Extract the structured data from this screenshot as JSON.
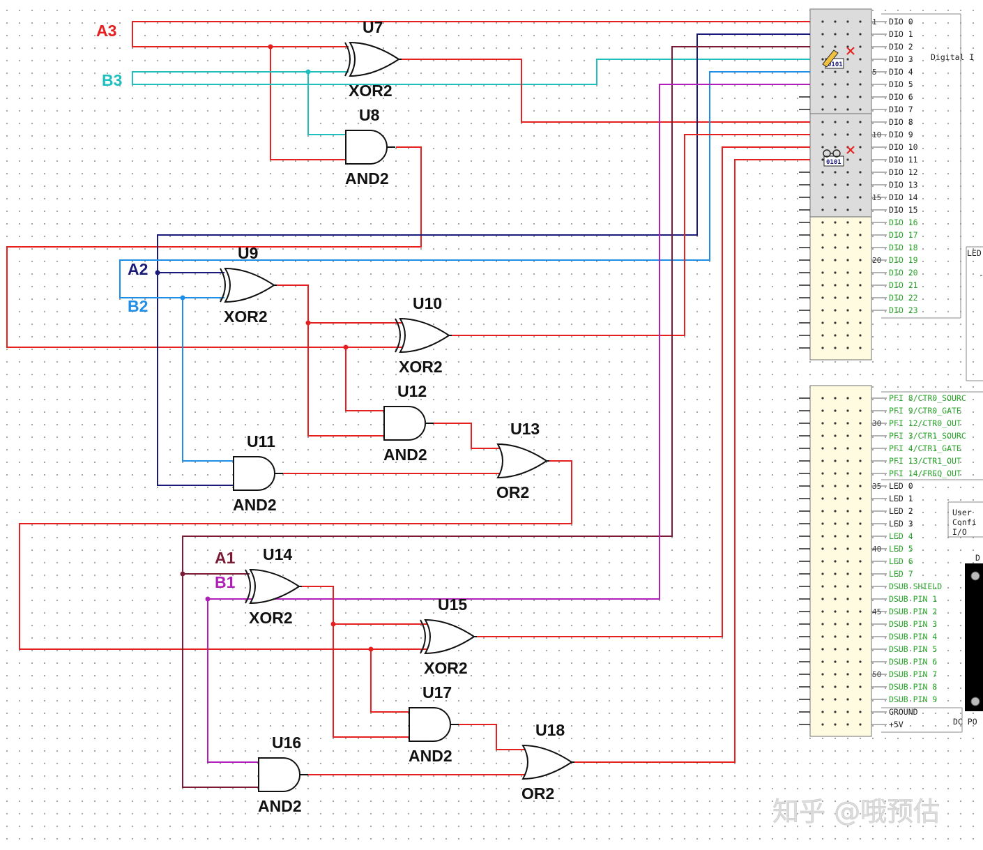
{
  "inputs": [
    {
      "id": "a3",
      "label": "A3",
      "color": "#e5201f"
    },
    {
      "id": "b3",
      "label": "B3",
      "color": "#1fbfbf"
    },
    {
      "id": "a2",
      "label": "A2",
      "color": "#1a1a7a"
    },
    {
      "id": "b2",
      "label": "B2",
      "color": "#1f8ee6"
    },
    {
      "id": "a1",
      "label": "A1",
      "color": "#7a1a35"
    },
    {
      "id": "b1",
      "label": "B1",
      "color": "#b01fb8"
    }
  ],
  "gates": [
    {
      "id": "U7",
      "type": "XOR2"
    },
    {
      "id": "U8",
      "type": "AND2"
    },
    {
      "id": "U9",
      "type": "XOR2"
    },
    {
      "id": "U10",
      "type": "XOR2"
    },
    {
      "id": "U11",
      "type": "AND2"
    },
    {
      "id": "U12",
      "type": "AND2"
    },
    {
      "id": "U13",
      "type": "OR2"
    },
    {
      "id": "U14",
      "type": "XOR2"
    },
    {
      "id": "U15",
      "type": "XOR2"
    },
    {
      "id": "U16",
      "type": "AND2"
    },
    {
      "id": "U17",
      "type": "AND2"
    },
    {
      "id": "U18",
      "type": "OR2"
    }
  ],
  "connector_top": {
    "pin_numbers": [
      "1",
      "5",
      "10",
      "15",
      "20"
    ],
    "pins": [
      "DIO 0",
      "DIO 1",
      "DIO 2",
      "DIO 3",
      "DIO 4",
      "DIO 5",
      "DIO 6",
      "DIO 7",
      "DIO 8",
      "DIO 9",
      "DIO 10",
      "DIO 11",
      "DIO 12",
      "DIO 13",
      "DIO 14",
      "DIO 15",
      "DIO 16",
      "DIO 17",
      "DIO 18",
      "DIO 19",
      "DIO 20",
      "DIO 21",
      "DIO 22",
      "DIO 23"
    ],
    "side_label": "Digital I",
    "led_label": "LED"
  },
  "connector_bottom": {
    "pin_numbers": [
      "30",
      "35",
      "40",
      "45",
      "50"
    ],
    "pins": [
      "PFI 8/CTR0_SOURC",
      "PFI 9/CTR0_GATE",
      "PFI 12/CTR0_OUT",
      "PFI 3/CTR1_SOURC",
      "PFI 4/CTR1_GATE",
      "PFI 13/CTR1_OUT",
      "PFI 14/FREQ_OUT",
      "LED 0",
      "LED 1",
      "LED 2",
      "LED 3",
      "LED 4",
      "LED 5",
      "LED 6",
      "LED 7",
      "DSUB SHIELD",
      "DSUB PIN 1",
      "DSUB PIN 2",
      "DSUB PIN 3",
      "DSUB PIN 4",
      "DSUB PIN 5",
      "DSUB PIN 6",
      "DSUB PIN 7",
      "DSUB PIN 8",
      "DSUB PIN 9",
      "GROUND",
      "+5V"
    ],
    "user_config": [
      "User",
      "Confi",
      "I/O"
    ],
    "dc_label": "DC PO",
    "d_label": "D"
  },
  "watermark": "知乎 @哦预估",
  "colors": {
    "wire_red": "#e5201f",
    "pin_green": "#2aa52a",
    "pin_black": "#222222",
    "connector_gray": "#dcdcdc",
    "connector_cream": "#fffbe0"
  }
}
